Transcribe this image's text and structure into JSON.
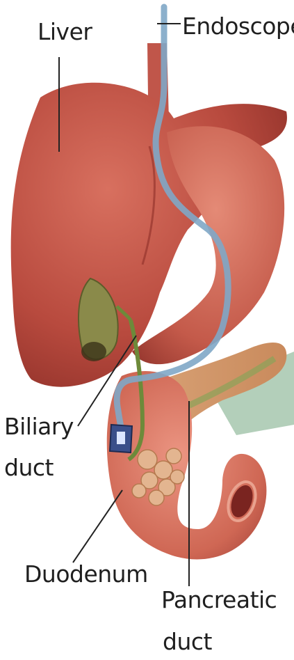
{
  "diagram": {
    "labels": {
      "liver": "Liver",
      "endoscope": "Endoscope",
      "biliary_duct_line1": "Biliary",
      "biliary_duct_line2": "duct",
      "duodenum": "Duodenum",
      "pancreatic_duct_line1": "Pancreatic",
      "pancreatic_duct_line2": "duct"
    },
    "colors": {
      "liver": "#b8483e",
      "stomach": "#c75a4b",
      "duodenum": "#d16a58",
      "pancreas": "#d9a06e",
      "bile": "#6d8a3a",
      "endoscope": "#7fa7c6",
      "pancreas_highlight": "#a6c7ae"
    }
  }
}
